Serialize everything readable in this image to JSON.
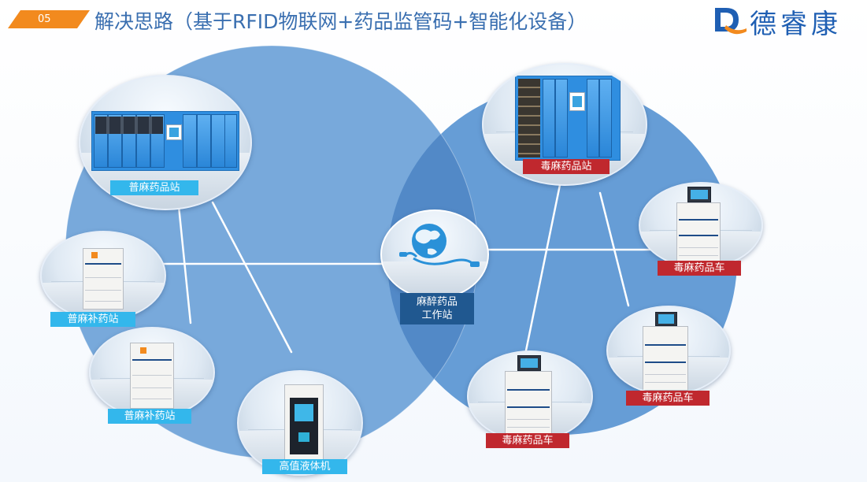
{
  "header": {
    "section_number": "05",
    "title": "解决思路（基于RFID物联网+药品监管码+智能化设备）",
    "logo_text": "德睿康",
    "colors": {
      "badge": "#f28a1e",
      "title": "#3a6fb0",
      "logo": "#1f5fb3"
    }
  },
  "diagram": {
    "colors": {
      "left_circle": "#6da2d8",
      "right_circle": "#5e98d4",
      "overlap": "#5289c7",
      "normal_label": "#33b7ec",
      "narcotic_label": "#c0282e",
      "center_label": "#205890"
    },
    "center": {
      "line1": "麻醉药品",
      "line2": "工作站",
      "icon": "globe-network-icon"
    },
    "left": {
      "drug_station": "普麻药品站",
      "supply_station_1": "普麻补药站",
      "supply_station_2": "普麻补药站",
      "liquid_machine": "高值液体机"
    },
    "right": {
      "drug_station": "毒麻药品站",
      "cart_1": "毒麻药品车",
      "cart_2": "毒麻药品车",
      "cart_3": "毒麻药品车"
    }
  }
}
